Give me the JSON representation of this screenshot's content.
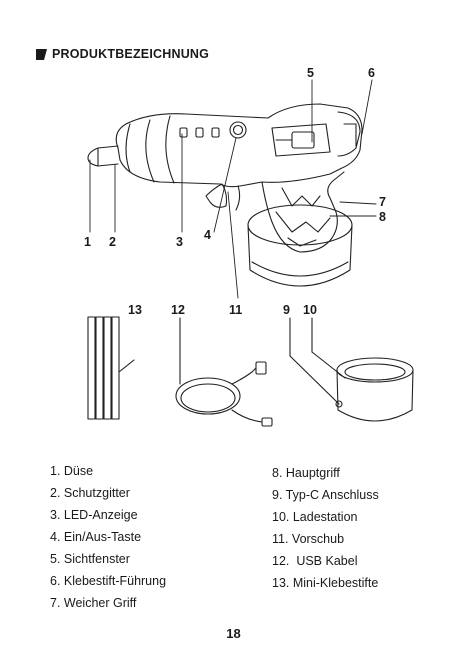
{
  "heading": {
    "text": "PRODUKTBEZEICHNUNG"
  },
  "callouts": {
    "c1": "1",
    "c2": "2",
    "c3": "3",
    "c4": "4",
    "c5": "5",
    "c6": "6",
    "c7": "7",
    "c8": "8",
    "c9": "9",
    "c10": "10",
    "c11": "11",
    "c12": "12",
    "c13": "13"
  },
  "legend_left": [
    "1. Düse",
    "2. Schutzgitter",
    "3. LED-Anzeige",
    "4. Ein/Aus-Taste",
    "5. Sichtfenster",
    "6. Klebestift-Führung",
    "7. Weicher Griff"
  ],
  "legend_right": [
    "8. Hauptgriff",
    "9. Typ-C Anschluss",
    "10. Ladestation",
    "11. Vorschub",
    "12.  USB Kabel",
    "13. Mini-Klebestifte"
  ],
  "page_number": "18",
  "colors": {
    "ink": "#1a1a1a",
    "line": "#222222"
  },
  "icons": {
    "heading_marker": "black-parallelogram-icon"
  }
}
